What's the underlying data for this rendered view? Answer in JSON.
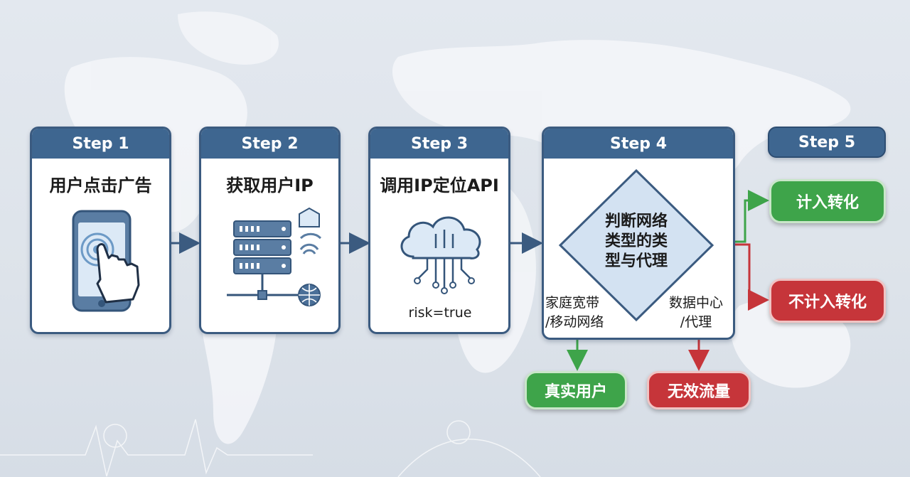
{
  "steps": [
    {
      "label": "Step 1",
      "title": "用户点击广告",
      "icon": "phone-tap-icon"
    },
    {
      "label": "Step 2",
      "title": "获取用户IP",
      "icon": "server-network-icon"
    },
    {
      "label": "Step 3",
      "title": "调用IP定位API",
      "icon": "cloud-api-icon",
      "note": "risk=true"
    },
    {
      "label": "Step 4",
      "decision": "判断网络类型的类型与代理"
    },
    {
      "label": "Step 5"
    }
  ],
  "decision_lines": [
    "判断网络",
    "类型的类",
    "型与代理"
  ],
  "branches": {
    "left_label_lines": [
      "家庭宽带",
      "/移动网络"
    ],
    "right_label_lines": [
      "数据中心",
      "/代理"
    ],
    "left_result": "真实用户",
    "right_result": "无效流量"
  },
  "outcomes": {
    "count": "计入转化",
    "not_count": "不计入转化"
  },
  "colors": {
    "header": "#3e6690",
    "border": "#3b5b80",
    "arrow": "#3b5b80",
    "green": "#3ea44a",
    "red": "#c6353a",
    "diamond_fill": "#d3e2f2"
  }
}
